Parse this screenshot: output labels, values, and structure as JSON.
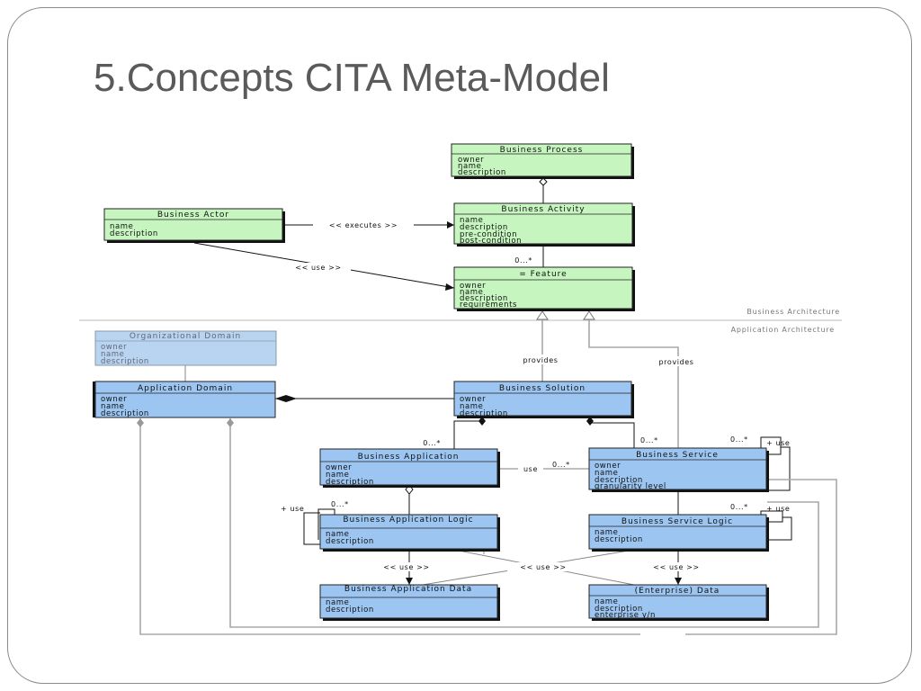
{
  "slide": {
    "title": "5.Concepts CITA Meta-Model"
  },
  "layers": {
    "business": "Business Architecture",
    "application": "Application Architecture"
  },
  "boxes": {
    "business_process": {
      "title": "Business Process",
      "attrs": [
        "owner",
        "name",
        "description"
      ]
    },
    "business_activity": {
      "title": "Business Activity",
      "attrs": [
        "name",
        "description",
        "pre-condition",
        "post-condition"
      ]
    },
    "business_actor": {
      "title": "Business Actor",
      "attrs": [
        "name",
        "description"
      ]
    },
    "feature": {
      "title": "= Feature",
      "attrs": [
        "owner",
        "name",
        "description",
        "requirements"
      ]
    },
    "organizational_domain": {
      "title": "Organizational Domain",
      "attrs": [
        "owner",
        "name",
        "description"
      ]
    },
    "application_domain": {
      "title": "Application Domain",
      "attrs": [
        "owner",
        "name",
        "description"
      ]
    },
    "business_solution": {
      "title": "Business Solution",
      "attrs": [
        "owner",
        "name",
        "description"
      ]
    },
    "business_application": {
      "title": "Business Application",
      "attrs": [
        "owner",
        "name",
        "description"
      ]
    },
    "business_service": {
      "title": "Business Service",
      "attrs": [
        "owner",
        "name",
        "description",
        "granularity level"
      ]
    },
    "business_application_logic": {
      "title": "Business Application Logic",
      "attrs": [
        "name",
        "description"
      ]
    },
    "business_service_logic": {
      "title": "Business Service Logic",
      "attrs": [
        "name",
        "description"
      ]
    },
    "business_application_data": {
      "title": "Business Application Data",
      "attrs": [
        "name",
        "description"
      ]
    },
    "enterprise_data": {
      "title": "(Enterprise) Data",
      "attrs": [
        "name",
        "description",
        "enterprise y/n"
      ]
    }
  },
  "edge_labels": {
    "executes": "<< executes >>",
    "use_actor": "<< use >>",
    "mult_activity": "0...*",
    "provides_left": "provides",
    "provides_right": "provides",
    "mult_app": "0...*",
    "mult_service": "0...*",
    "use_app_service": "use",
    "mult_app_service": "0...*",
    "mult_service_self": "0...*",
    "use_service_self": "+ use",
    "mult_logic_left": "0...*",
    "use_logic_left": "+ use",
    "mult_logic_right": "0...*",
    "use_logic_right": "+ use",
    "use_data_left": "<< use >>",
    "use_data_mid": "<< use >>",
    "use_data_right": "<< use >>"
  }
}
